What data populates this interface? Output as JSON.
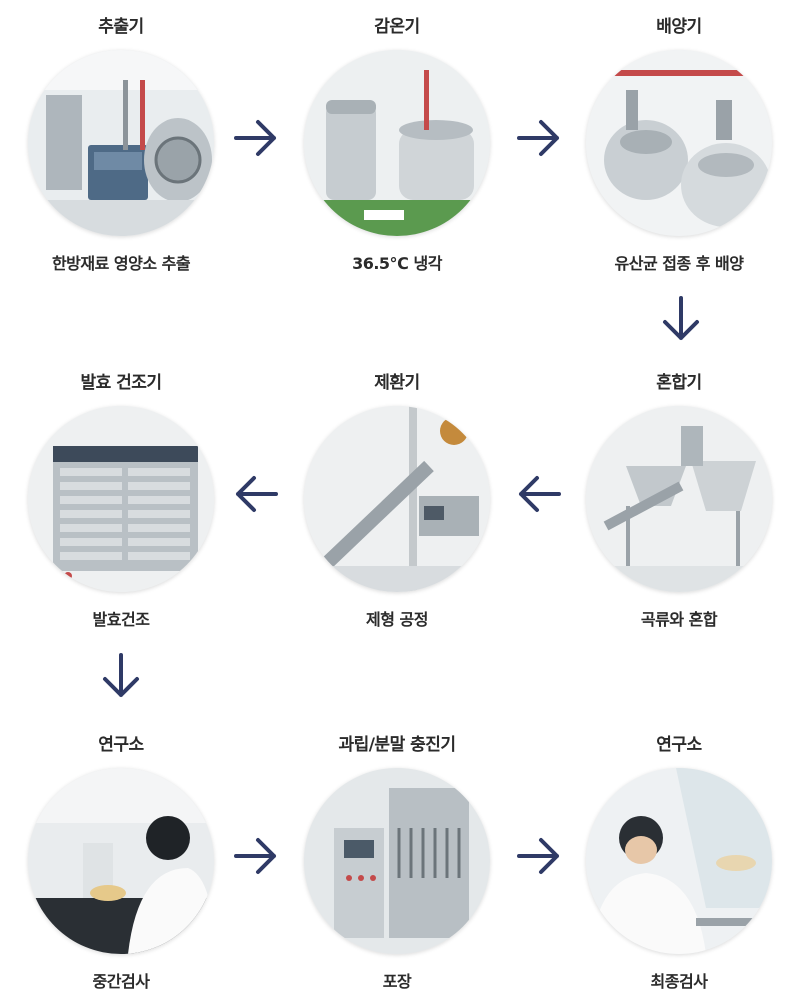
{
  "steps": [
    {
      "id": "s1",
      "title": "추출기",
      "caption": "한방재료 영양소 추출",
      "photo_icon": "extractor-machine-icon"
    },
    {
      "id": "s2",
      "title": "감온기",
      "caption": "36.5℃ 냉각",
      "photo_icon": "cooling-tank-icon"
    },
    {
      "id": "s3",
      "title": "배양기",
      "caption": "유산균 접종 후 배양",
      "photo_icon": "fermentation-tank-icon"
    },
    {
      "id": "s4",
      "title": "혼합기",
      "caption": "곡류와 혼합",
      "photo_icon": "mixer-machine-icon"
    },
    {
      "id": "s5",
      "title": "제환기",
      "caption": "제형 공정",
      "photo_icon": "pill-forming-machine-icon"
    },
    {
      "id": "s6",
      "title": "발효 건조기",
      "caption": "발효건조",
      "photo_icon": "drying-rack-icon"
    },
    {
      "id": "s7",
      "title": "연구소",
      "caption": "중간검사",
      "photo_icon": "microscope-researcher-icon"
    },
    {
      "id": "s8",
      "title": "과립/분말 충진기",
      "caption": "포장",
      "photo_icon": "packaging-machine-icon"
    },
    {
      "id": "s9",
      "title": "연구소",
      "caption": "최종검사",
      "photo_icon": "lab-researcher-icon"
    }
  ],
  "arrows": [
    {
      "direction": "right"
    },
    {
      "direction": "right"
    },
    {
      "direction": "down"
    },
    {
      "direction": "left"
    },
    {
      "direction": "left"
    },
    {
      "direction": "down"
    },
    {
      "direction": "right"
    },
    {
      "direction": "right"
    }
  ],
  "colors": {
    "arrow": "#2f3a66",
    "text": "#2b2b2b"
  }
}
